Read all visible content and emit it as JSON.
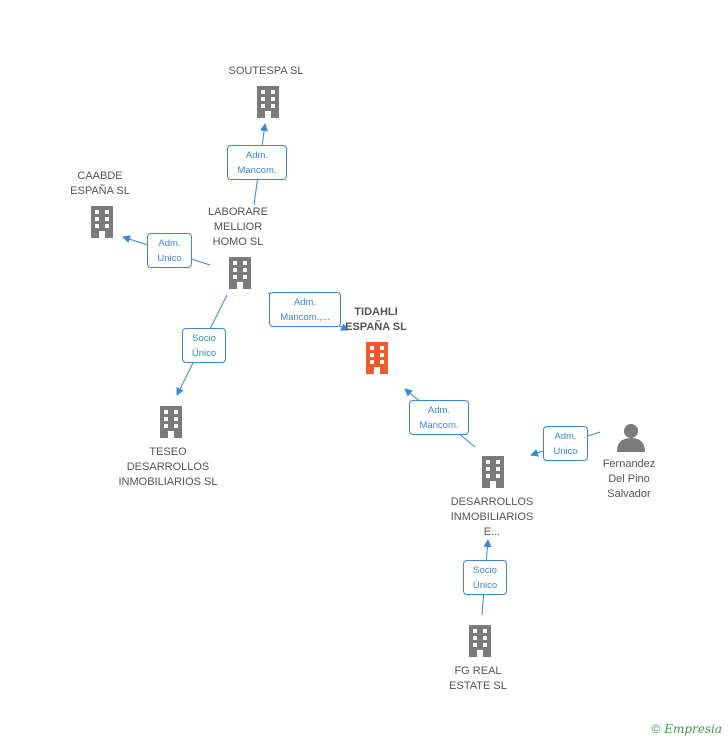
{
  "colors": {
    "building": "#7b7b7b",
    "focus_building": "#f15a2b",
    "person": "#7b7b7b",
    "edge": "#3a87d6",
    "label_text": "#555555"
  },
  "nodes": {
    "soutespa": {
      "line1": "SOUTESPA SL"
    },
    "caabde": {
      "line1": "CAABDE",
      "line2": "ESPAÑA SL"
    },
    "laborare": {
      "line1": "LABORARE",
      "line2": "MELLIOR",
      "line3": "HOMO  SL"
    },
    "tidahli": {
      "line1": "TIDAHLI",
      "line2": "ESPAÑA SL"
    },
    "teseo": {
      "line1": "TESEO",
      "line2": "DESARROLLOS",
      "line3": "INMOBILIARIOS SL"
    },
    "desarrollos": {
      "line1": "DESARROLLOS",
      "line2": "INMOBILIARIOS",
      "line3": "E..."
    },
    "fernandez": {
      "line1": "Fernandez",
      "line2": "Del Pino",
      "line3": "Salvador"
    },
    "fgreal": {
      "line1": "FG REAL",
      "line2": "ESTATE  SL"
    }
  },
  "edges": {
    "laborare_soutespa": {
      "line1": "Adm.",
      "line2": "Mancom."
    },
    "laborare_caabde": {
      "line1": "Adm.",
      "line2": "Unico"
    },
    "laborare_tidahli": {
      "line1": "Adm.",
      "line2": "Mancom.,..."
    },
    "laborare_teseo": {
      "line1": "Socio",
      "line2": "Único"
    },
    "desarrollos_tidahli": {
      "line1": "Adm.",
      "line2": "Mancom."
    },
    "fernandez_desarrollos": {
      "line1": "Adm.",
      "line2": "Unico"
    },
    "fgreal_desarrollos": {
      "line1": "Socio",
      "line2": "Único"
    }
  },
  "brand": {
    "copyright": "©",
    "name": "Empresia"
  }
}
